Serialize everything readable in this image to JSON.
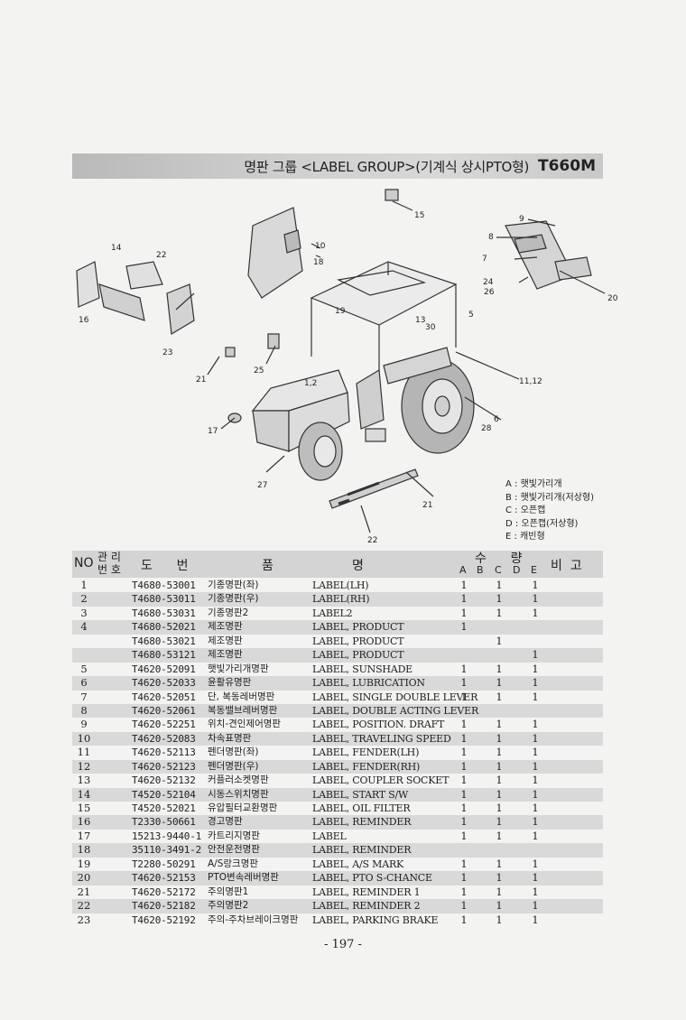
{
  "header": {
    "title": "명판 그룹 <LABEL GROUP>(기계식 상시PTO형)",
    "model": "T660M"
  },
  "diagram": {
    "callouts": [
      "14",
      "22",
      "16",
      "23",
      "21",
      "17",
      "25",
      "27",
      "1,2",
      "19",
      "13",
      "30",
      "5",
      "18",
      "10",
      "15",
      "9",
      "8",
      "7",
      "24",
      "26",
      "20",
      "11,12",
      "6",
      "28",
      "21",
      "22"
    ]
  },
  "legend": [
    "A : 햇빛가리개",
    "B : 햇빛가리개(저상형)",
    "C : 오픈캡",
    "D : 오픈캡(저상형)",
    "E : 캐빈형"
  ],
  "table": {
    "headers": {
      "no": "NO",
      "mgmt": "관 리\n번 호",
      "part": "도      번",
      "name_a": "품",
      "name_b": "명",
      "qty": "수      량",
      "remarks": "비  고",
      "cols": [
        "A",
        "B",
        "C",
        "D",
        "E"
      ]
    },
    "rows": [
      {
        "no": "1",
        "part": "T4680-53001",
        "kr": "기종명판(좌)",
        "en": "LABEL(LH)",
        "a": "1",
        "b": "",
        "c": "1",
        "d": "",
        "e": "1"
      },
      {
        "no": "2",
        "part": "T4680-53011",
        "kr": "기종명판(우)",
        "en": "LABEL(RH)",
        "a": "1",
        "b": "",
        "c": "1",
        "d": "",
        "e": "1"
      },
      {
        "no": "3",
        "part": "T4680-53031",
        "kr": "기종명판2",
        "en": "LABEL2",
        "a": "1",
        "b": "",
        "c": "1",
        "d": "",
        "e": "1"
      },
      {
        "no": "4",
        "part": "T4680-52021",
        "kr": "제조명판",
        "en": "LABEL, PRODUCT",
        "a": "1",
        "b": "",
        "c": "",
        "d": "",
        "e": ""
      },
      {
        "no": "",
        "part": "T4680-53021",
        "kr": "제조명판",
        "en": "LABEL, PRODUCT",
        "a": "",
        "b": "",
        "c": "1",
        "d": "",
        "e": ""
      },
      {
        "no": "",
        "part": "T4680-53121",
        "kr": "제조명판",
        "en": "LABEL, PRODUCT",
        "a": "",
        "b": "",
        "c": "",
        "d": "",
        "e": "1"
      },
      {
        "no": "5",
        "part": "T4620-52091",
        "kr": "햇빛가리개명판",
        "en": "LABEL, SUNSHADE",
        "a": "1",
        "b": "",
        "c": "1",
        "d": "",
        "e": "1"
      },
      {
        "no": "6",
        "part": "T4620-52033",
        "kr": "윤활유명판",
        "en": "LABEL, LUBRICATION",
        "a": "1",
        "b": "",
        "c": "1",
        "d": "",
        "e": "1"
      },
      {
        "no": "7",
        "part": "T4620-52051",
        "kr": "단, 복동레버명판",
        "en": "LABEL, SINGLE DOUBLE LEVER",
        "a": "1",
        "b": "",
        "c": "1",
        "d": "",
        "e": "1"
      },
      {
        "no": "8",
        "part": "T4620-52061",
        "kr": "복동밸브레버명판",
        "en": "LABEL, DOUBLE ACTING LEVER",
        "a": "",
        "b": "",
        "c": "",
        "d": "",
        "e": ""
      },
      {
        "no": "9",
        "part": "T4620-52251",
        "kr": "위치-견인제어명판",
        "en": "LABEL, POSITION. DRAFT",
        "a": "1",
        "b": "",
        "c": "1",
        "d": "",
        "e": "1"
      },
      {
        "no": "10",
        "part": "T4620-52083",
        "kr": "차속표명판",
        "en": "LABEL, TRAVELING SPEED",
        "a": "1",
        "b": "",
        "c": "1",
        "d": "",
        "e": "1"
      },
      {
        "no": "11",
        "part": "T4620-52113",
        "kr": "펜더명판(좌)",
        "en": "LABEL, FENDER(LH)",
        "a": "1",
        "b": "",
        "c": "1",
        "d": "",
        "e": "1"
      },
      {
        "no": "12",
        "part": "T4620-52123",
        "kr": "펜더명판(우)",
        "en": "LABEL, FENDER(RH)",
        "a": "1",
        "b": "",
        "c": "1",
        "d": "",
        "e": "1"
      },
      {
        "no": "13",
        "part": "T4620-52132",
        "kr": "커플러소켓명판",
        "en": "LABEL, COUPLER SOCKET",
        "a": "1",
        "b": "",
        "c": "1",
        "d": "",
        "e": "1"
      },
      {
        "no": "14",
        "part": "T4520-52104",
        "kr": "시동스위치명판",
        "en": "LABEL, START S/W",
        "a": "1",
        "b": "",
        "c": "1",
        "d": "",
        "e": "1"
      },
      {
        "no": "15",
        "part": "T4520-52021",
        "kr": "유압필터교환명판",
        "en": "LABEL, OIL FILTER",
        "a": "1",
        "b": "",
        "c": "1",
        "d": "",
        "e": "1"
      },
      {
        "no": "16",
        "part": "T2330-50661",
        "kr": "경고명판",
        "en": "LABEL, REMINDER",
        "a": "1",
        "b": "",
        "c": "1",
        "d": "",
        "e": "1"
      },
      {
        "no": "17",
        "part": "15213-9440-1",
        "kr": "카트리지명판",
        "en": "LABEL",
        "a": "1",
        "b": "",
        "c": "1",
        "d": "",
        "e": "1"
      },
      {
        "no": "18",
        "part": "35110-3491-2",
        "kr": "안전운전명판",
        "en": "LABEL, REMINDER",
        "a": "",
        "b": "",
        "c": "",
        "d": "",
        "e": ""
      },
      {
        "no": "19",
        "part": "T2280-50291",
        "kr": "A/S랑크명판",
        "en": "LABEL, A/S MARK",
        "a": "1",
        "b": "",
        "c": "1",
        "d": "",
        "e": "1"
      },
      {
        "no": "20",
        "part": "T4620-52153",
        "kr": "PTO변속레버명판",
        "en": "LABEL, PTO S-CHANCE",
        "a": "1",
        "b": "",
        "c": "1",
        "d": "",
        "e": "1"
      },
      {
        "no": "21",
        "part": "T4620-52172",
        "kr": "주의명판1",
        "en": "LABEL, REMINDER 1",
        "a": "1",
        "b": "",
        "c": "1",
        "d": "",
        "e": "1"
      },
      {
        "no": "22",
        "part": "T4620-52182",
        "kr": "주의명판2",
        "en": "LABEL, REMINDER 2",
        "a": "1",
        "b": "",
        "c": "1",
        "d": "",
        "e": "1"
      },
      {
        "no": "23",
        "part": "T4620-52192",
        "kr": "주의-주차브레이크명판",
        "en": "LABEL, PARKING BRAKE",
        "a": "1",
        "b": "",
        "c": "1",
        "d": "",
        "e": "1"
      }
    ]
  },
  "footer": {
    "page": "- 197 -"
  }
}
